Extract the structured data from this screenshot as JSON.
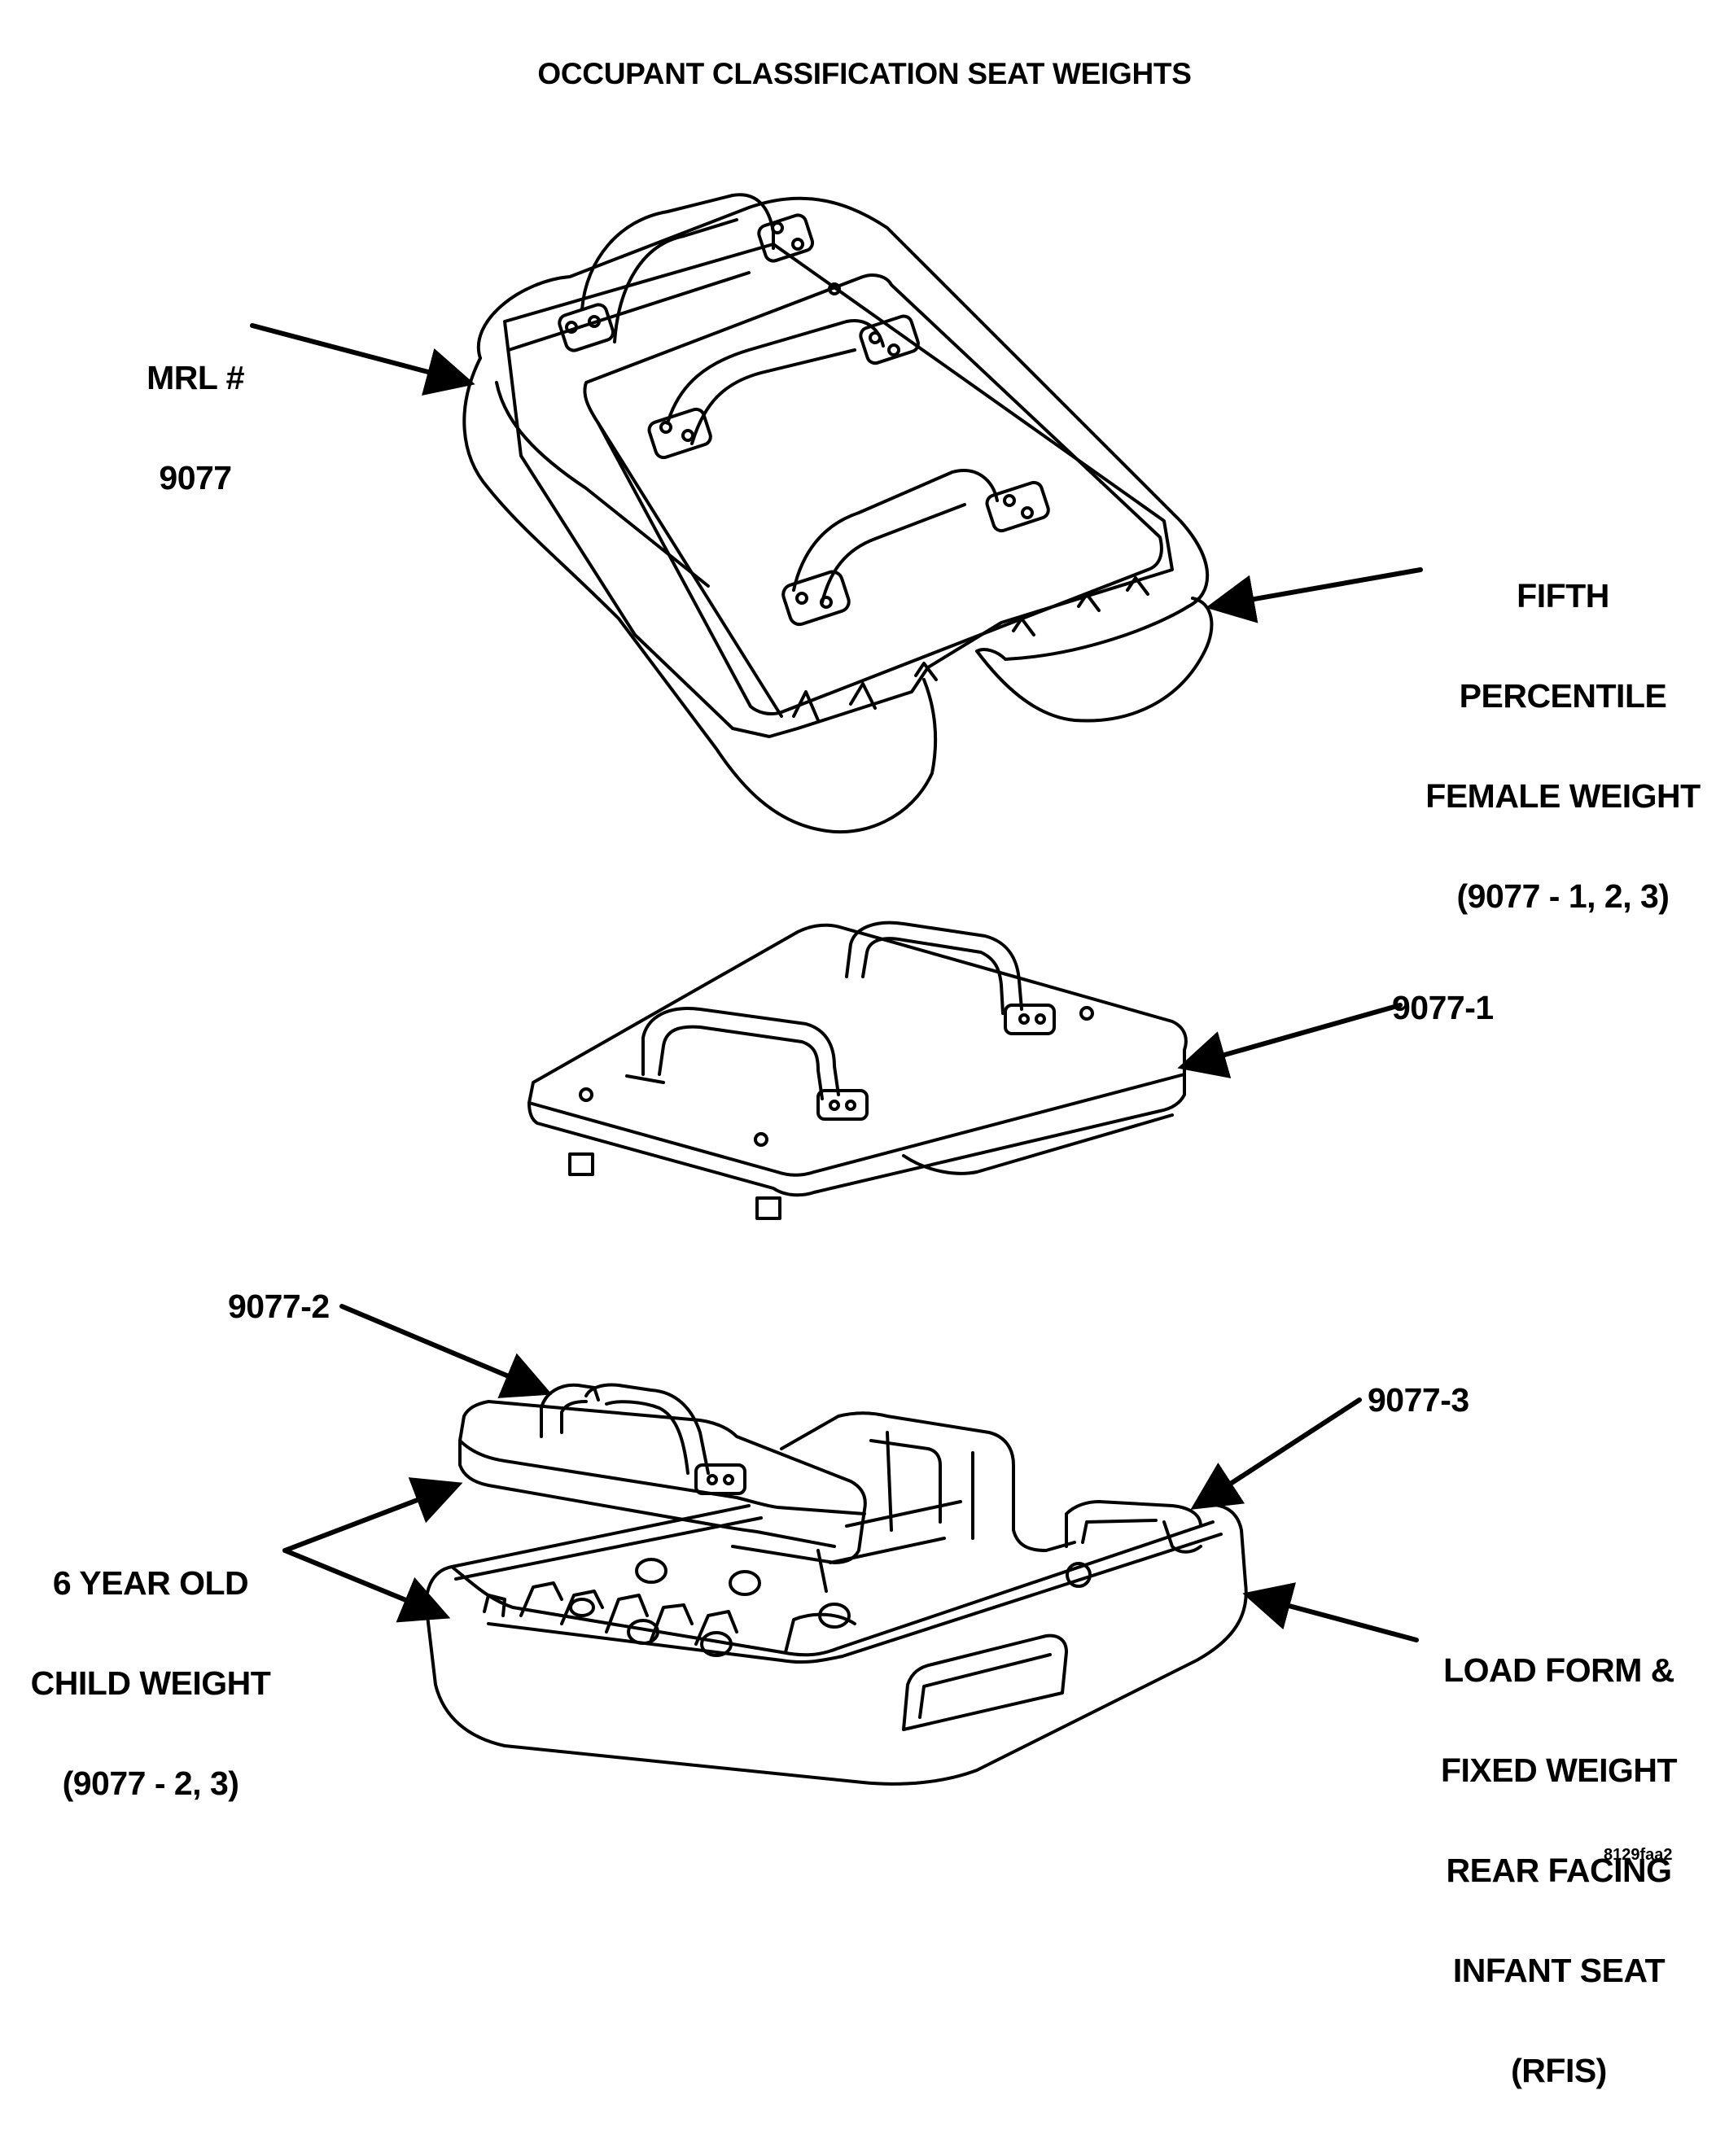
{
  "title": "OCCUPANT CLASSIFICATION SEAT WEIGHTS",
  "labels": {
    "mrl": [
      "MRL #",
      "9077"
    ],
    "fifth_percentile": [
      "FIFTH",
      "PERCENTILE",
      "FEMALE WEIGHT",
      "(9077 - 1, 2, 3)"
    ],
    "part_1": "9077-1",
    "part_2": "9077-2",
    "part_3": "9077-3",
    "child_weight": [
      "6 YEAR OLD",
      "CHILD WEIGHT",
      "(9077 - 2, 3)"
    ],
    "rfis": [
      "LOAD FORM &",
      "FIXED WEIGHT",
      "REAR FACING",
      "INFANT SEAT",
      "(RFIS)"
    ]
  },
  "figure_ref": "8129faa2"
}
